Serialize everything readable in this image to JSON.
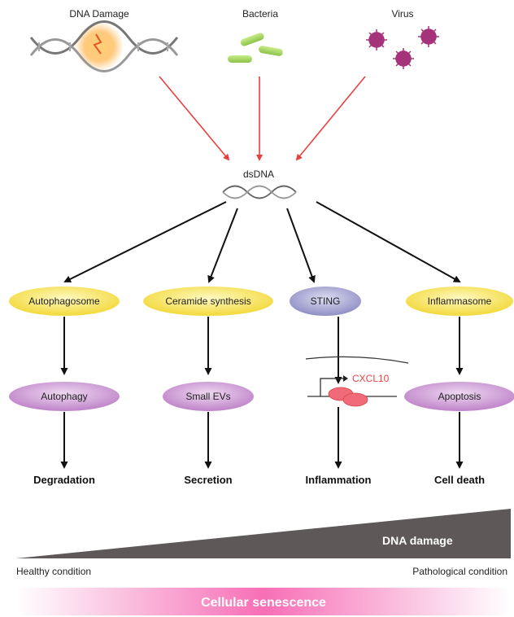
{
  "sources": [
    {
      "label": "DNA Damage",
      "icon": "dna-damage-icon"
    },
    {
      "label": "Bacteria",
      "icon": "bacteria-icon"
    },
    {
      "label": "Virus",
      "icon": "virus-icon"
    }
  ],
  "center": {
    "label": "dsDNA",
    "icon": "dsdna-icon"
  },
  "pathways": [
    {
      "sensor": "Autophagosome",
      "effector": "Autophagy",
      "outcome": "Degradation"
    },
    {
      "sensor": "Ceramide synthesis",
      "effector": "Small EVs",
      "outcome": "Secretion"
    },
    {
      "sensor": "STING",
      "effector": "",
      "outcome": "Inflammation",
      "gene": "CXCL10"
    },
    {
      "sensor": "Inflammasome",
      "effector": "Apoptosis",
      "outcome": "Cell death"
    }
  ],
  "gradient": {
    "label": "DNA damage",
    "left_label": "Healthy condition",
    "right_label": "Pathological condition"
  },
  "banner": {
    "label": "Cellular senescence"
  },
  "colors": {
    "yellow_ellipse": "#f5e04c",
    "purple_ellipse": "#c58fce",
    "sting_ellipse": "#9d9ccd",
    "red_arrow": "#e84040",
    "gene_red": "#e54343",
    "wedge": "#5e5858",
    "banner_pink": "#f76fb6"
  }
}
